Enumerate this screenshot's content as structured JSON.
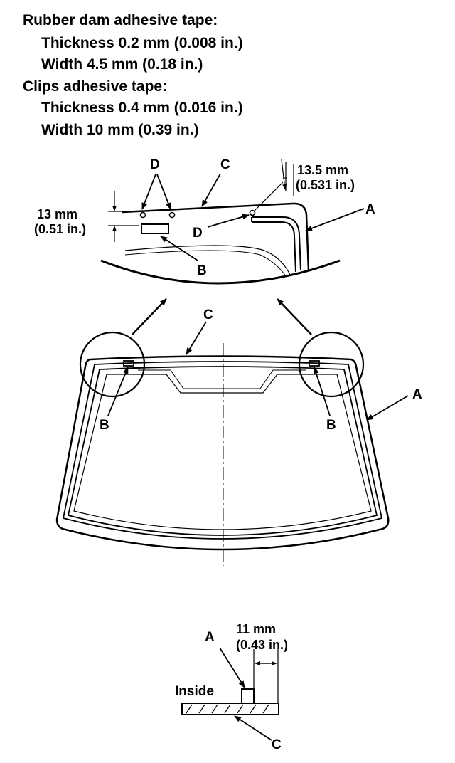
{
  "specs": {
    "rubber_title": "Rubber dam adhesive tape:",
    "rubber_thickness": "Thickness 0.2 mm (0.008 in.)",
    "rubber_width": "Width 4.5 mm (0.18 in.)",
    "clips_title": "Clips adhesive tape:",
    "clips_thickness": "Thickness 0.4 mm (0.016 in.)",
    "clips_width": "Width 10 mm (0.39 in.)"
  },
  "detail": {
    "label_d": "D",
    "label_c": "C",
    "label_a": "A",
    "label_b": "B",
    "dim_top_mm": "13.5 mm",
    "dim_top_in": "(0.531 in.)",
    "dim_left_mm": "13 mm",
    "dim_left_in": "(0.51 in.)"
  },
  "windshield": {
    "label_c": "C",
    "label_a": "A",
    "label_b_left": "B",
    "label_b_right": "B"
  },
  "section": {
    "label_a": "A",
    "label_c": "C",
    "inside": "Inside",
    "dim_mm": "11 mm",
    "dim_in": "(0.43 in.)"
  }
}
